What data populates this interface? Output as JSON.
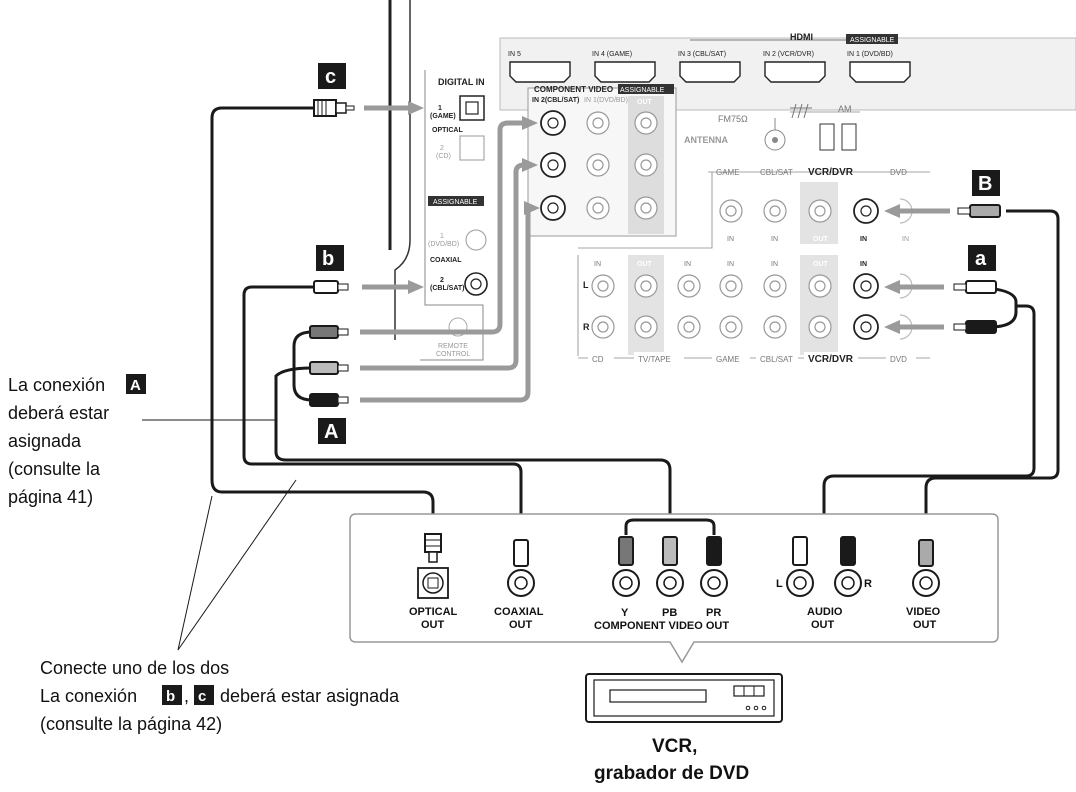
{
  "colors": {
    "cable_black": "#1a1a1a",
    "cable_grey": "#9a9a9a",
    "panel_bg": "#efefef",
    "badge_bg": "#1a1a1a"
  },
  "badges": {
    "c": "c",
    "b": "b",
    "A": "A",
    "B": "B",
    "a": "a"
  },
  "receiver": {
    "digital_in": "DIGITAL IN",
    "optical_1": "1",
    "optical_1_sub": "(GAME)",
    "optical": "OPTICAL",
    "optical_2": "2",
    "optical_2_sub": "(CD)",
    "assignable": "ASSIGNABLE",
    "coax_1": "1",
    "coax_1_sub": "(DVD/BD)",
    "coaxial": "COAXIAL",
    "coax_2": "2",
    "coax_2_sub": "(CBL/SAT)",
    "remote": "REMOTE",
    "control": "CONTROL",
    "component_video": "COMPONENT VIDEO",
    "in2": "IN 2(CBL/SAT)",
    "in1": "IN 1(DVD/BD)",
    "out": "OUT",
    "hdmi": "HDMI",
    "hdmi_ports": [
      "IN 5",
      "IN 4 (GAME)",
      "IN 3 (CBL/SAT)",
      "IN 2 (VCR/DVR)",
      "IN 1 (DVD/BD)"
    ],
    "fm": "FM75Ω",
    "am": "AM",
    "antenna": "ANTENNA",
    "video_top": [
      "GAME",
      "CBL/SAT",
      "VCR/DVR",
      "DVD"
    ],
    "in": "IN",
    "l": "L",
    "r": "R",
    "audio_bottom": [
      "CD",
      "TV/TAPE",
      "GAME",
      "CBL/SAT",
      "VCR/DVR",
      "DVD"
    ]
  },
  "device": {
    "optical_out": [
      "OPTICAL",
      "OUT"
    ],
    "coaxial_out": [
      "COAXIAL",
      "OUT"
    ],
    "y": "Y",
    "pb": "PB",
    "pr": "PR",
    "component_video_out": "COMPONENT VIDEO OUT",
    "audio_out": [
      "AUDIO",
      "OUT"
    ],
    "l": "L",
    "r": "R",
    "video_out": [
      "VIDEO",
      "OUT"
    ],
    "caption": [
      "VCR,",
      "grabador de DVD"
    ]
  },
  "notes": {
    "a_line1_pre": "La conexión",
    "a_line2": "deberá estar",
    "a_line3": "asignada",
    "a_line4": "(consulte la",
    "a_line5": "página 41)",
    "bc_line1": "Conecte uno de los dos",
    "bc_line2_pre": "La conexión",
    "bc_sep": ",",
    "bc_line2_post": "deberá estar asignada",
    "bc_line3": "(consulte la página 42)"
  }
}
